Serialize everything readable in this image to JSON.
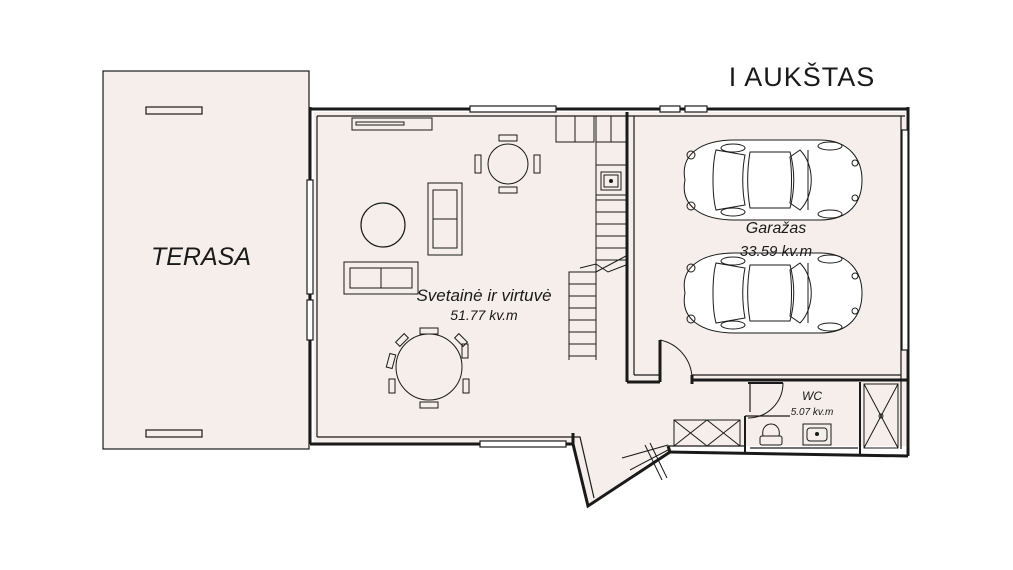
{
  "floor_title": "I AUKŠTAS",
  "rooms": {
    "terasa": {
      "name": "TERASA"
    },
    "living": {
      "name": "Svetainė ir virtuvė",
      "area": "51.77 kv.m"
    },
    "garage": {
      "name": "Garažas",
      "area": "33.59 kv.m"
    },
    "wc": {
      "name": "WC",
      "area": "5.07 kv.m"
    }
  },
  "colors": {
    "fill": "#f5eeea",
    "wall": "#1a1a1a",
    "background": "#ffffff"
  },
  "furniture": [
    "tv-unit",
    "round-table-small",
    "sofa-vertical",
    "sofa-horizontal",
    "round-table-large",
    "round-side-table",
    "staircase",
    "kitchen-counter",
    "kitchen-sink",
    "car-top",
    "car-bottom",
    "toilet",
    "washbasin",
    "shower",
    "storage-cabinet"
  ]
}
